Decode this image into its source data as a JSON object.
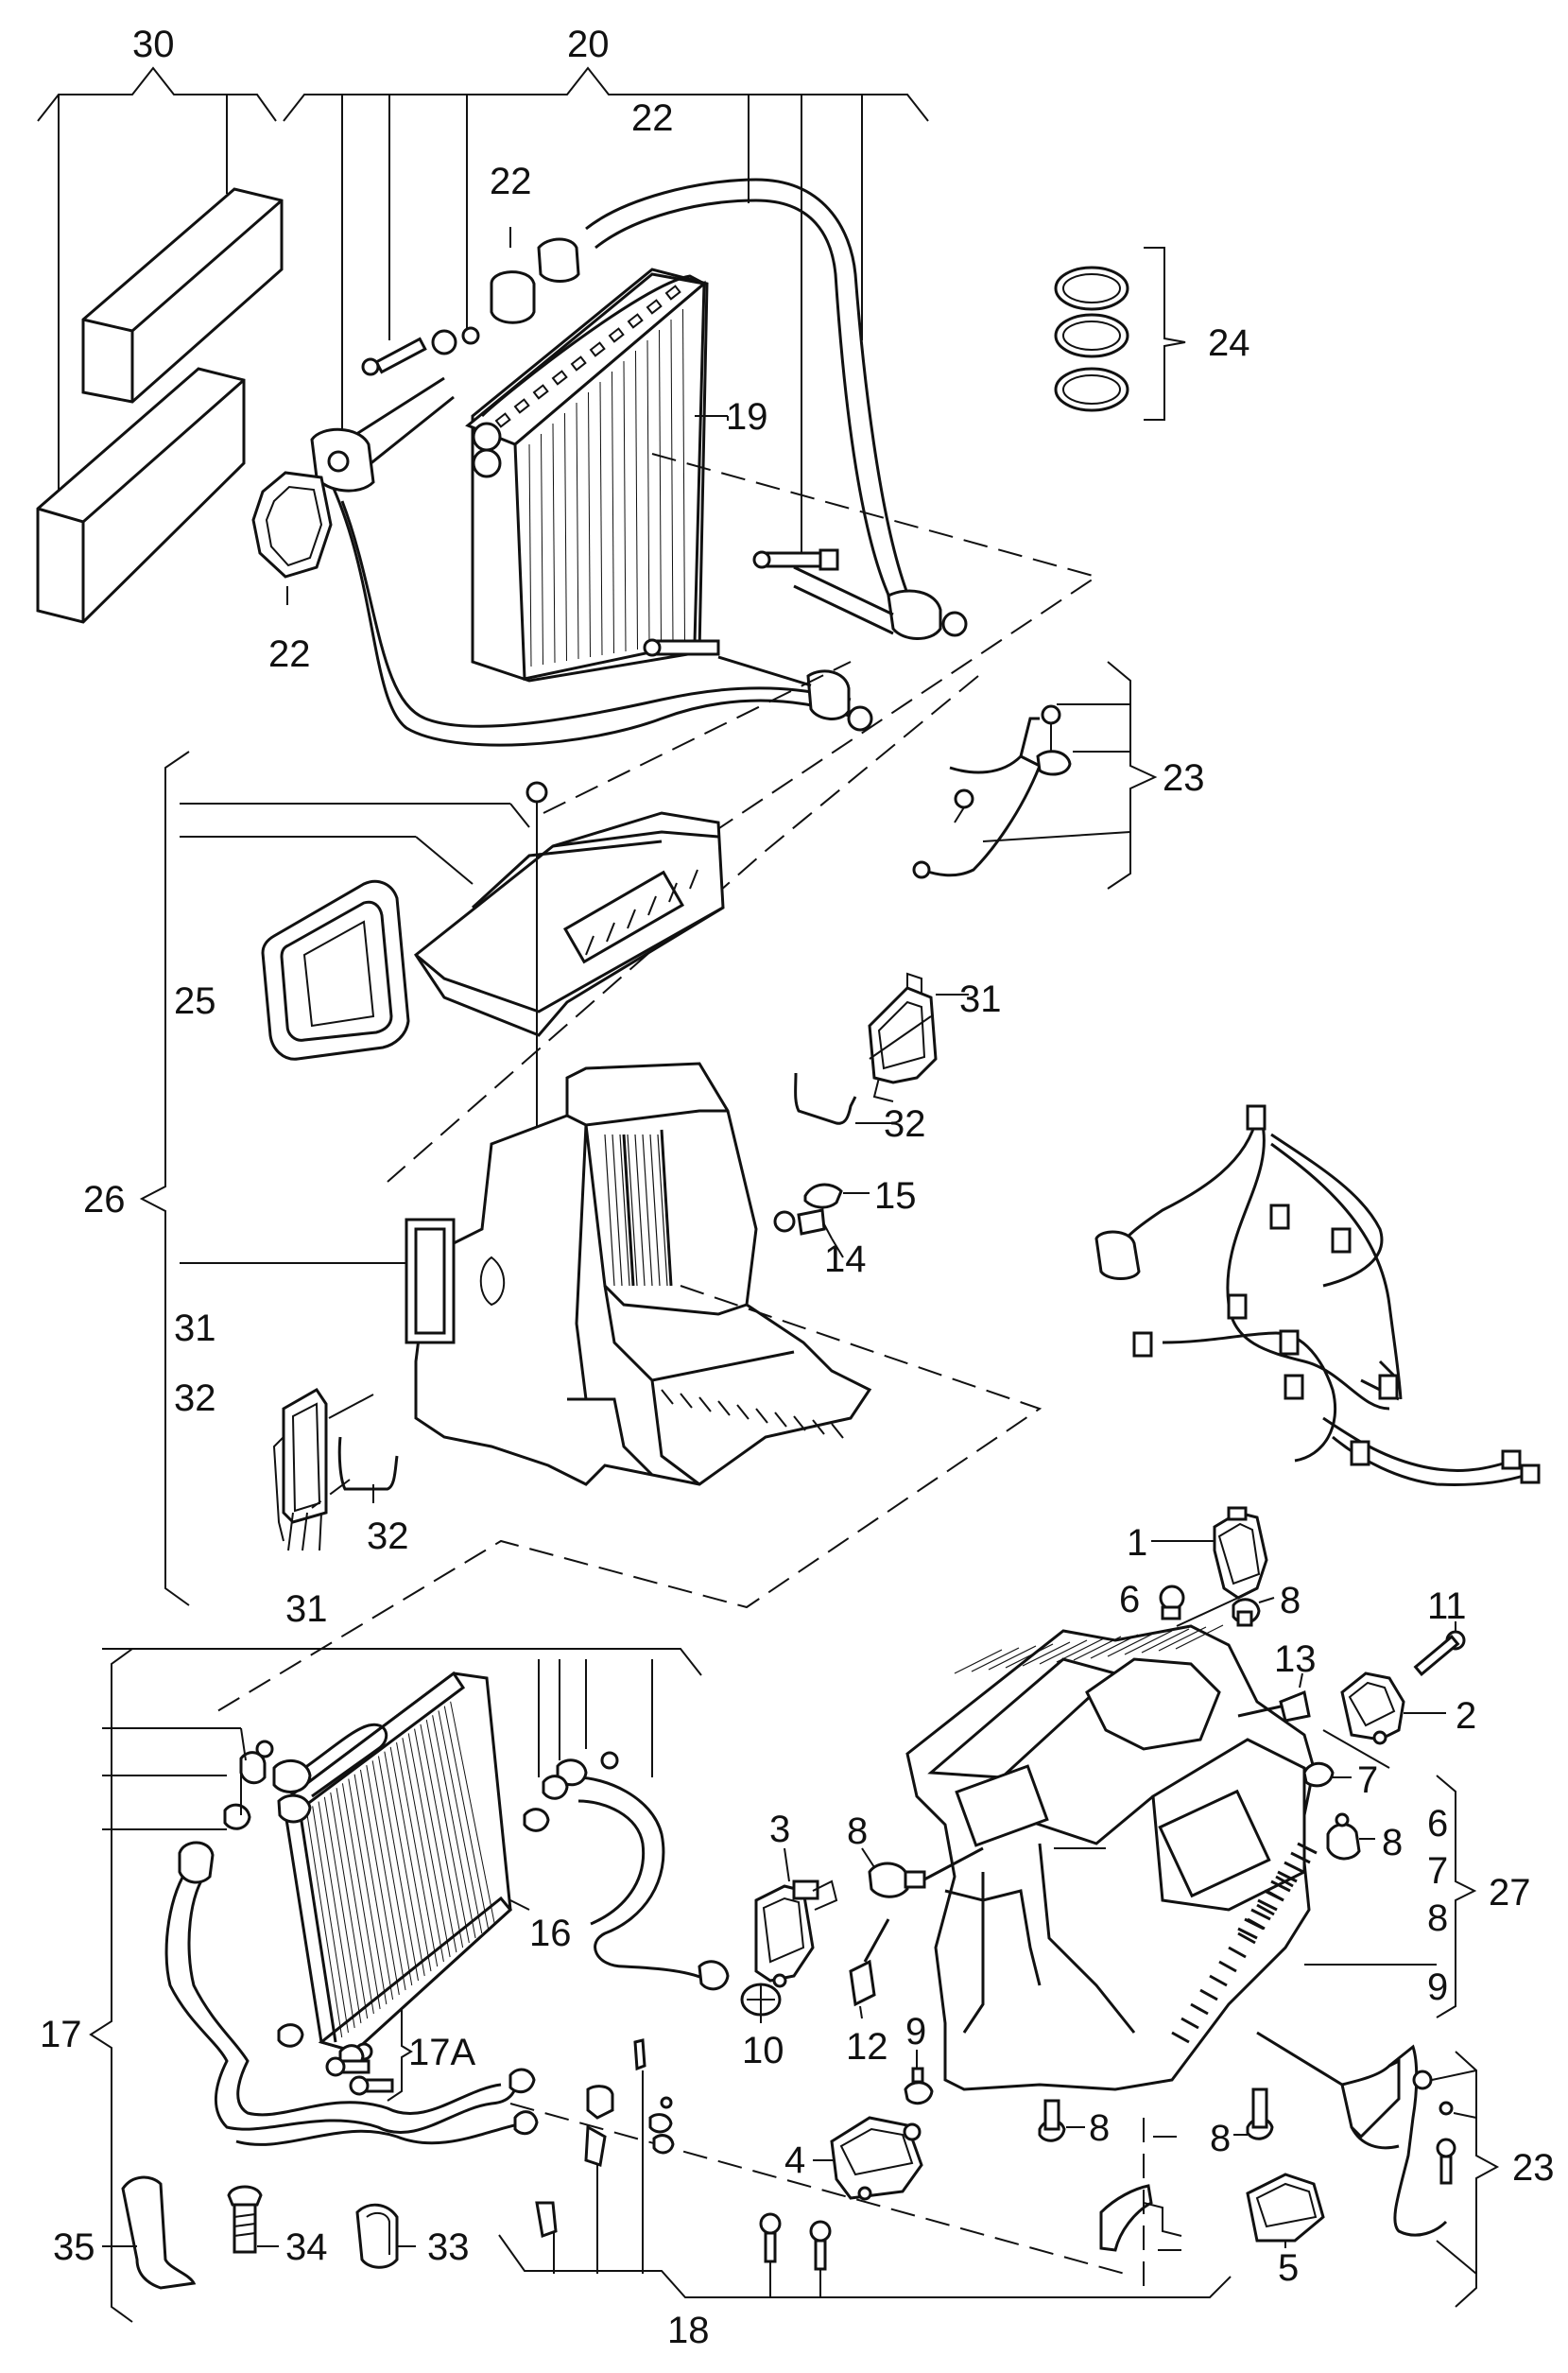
{
  "callouts": {
    "c30": "30",
    "c20": "20",
    "c22_top": "22",
    "c22_mid": "22",
    "c22_bot": "22",
    "c19": "19",
    "c24": "24",
    "c23_top": "23",
    "c25": "25",
    "c31_right": "31",
    "c32_right": "32",
    "c15": "15",
    "c14": "14",
    "c26": "26",
    "c31_left": "31",
    "c32_left": "32",
    "c32_bottom": "32",
    "c31_bottom": "31",
    "c1": "1",
    "c6_top": "6",
    "c8_top": "8",
    "c11": "11",
    "c13": "13",
    "c2": "2",
    "c7_mid": "7",
    "c6_group": "6",
    "c7_group": "7",
    "c8_group": "8",
    "c9_group": "9",
    "c27": "27",
    "c8_right": "8",
    "c3": "3",
    "c8_left": "8",
    "c16": "16",
    "c17": "17",
    "c17a": "17A",
    "c10": "10",
    "c12": "12",
    "c9_low": "9",
    "c4": "4",
    "c8_low1": "8",
    "c8_low2": "8",
    "c23_bottom": "23",
    "c5": "5",
    "c35": "35",
    "c34": "34",
    "c33": "33",
    "c18": "18"
  }
}
